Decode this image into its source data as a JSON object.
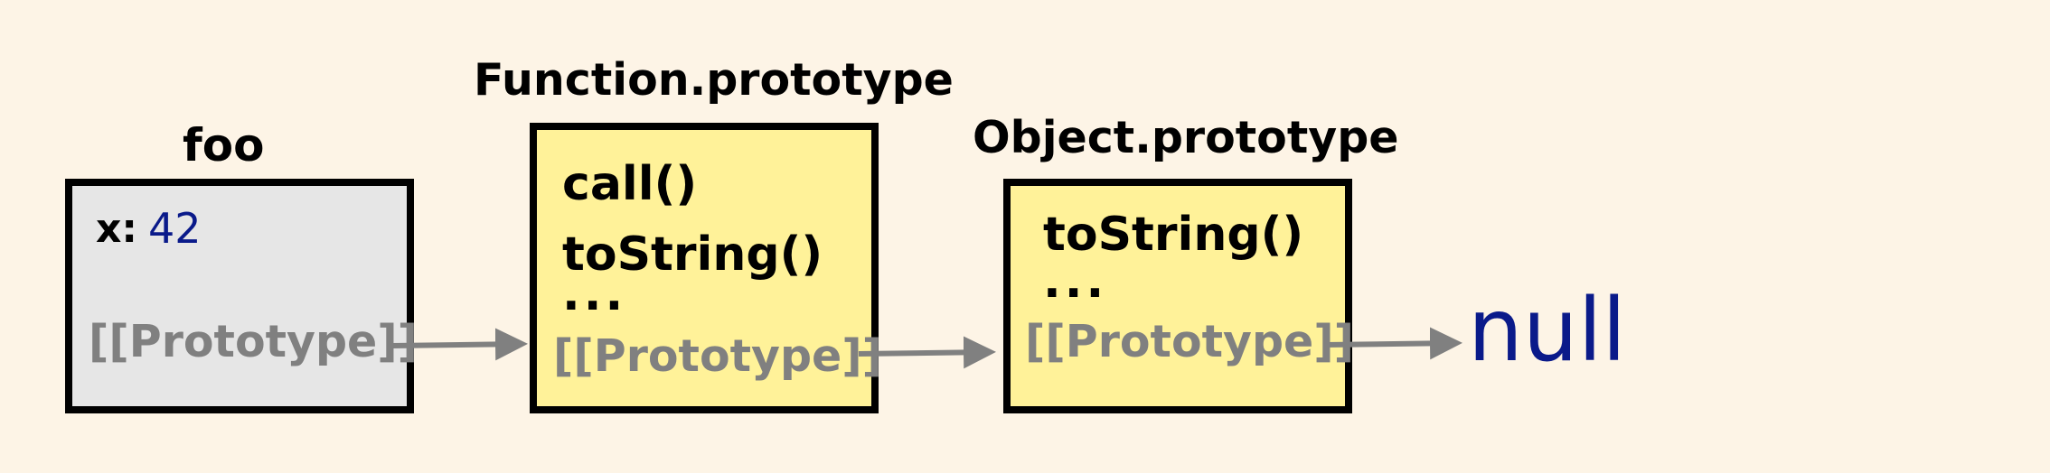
{
  "colors": {
    "background": "#fdf4e6",
    "object_fill": "#e6e6e6",
    "prototype_fill": "#fff299",
    "prototype_link": "#808080",
    "value": "#0a1a8a"
  },
  "foo": {
    "title": "foo",
    "prop_key": "x:",
    "prop_value": "42",
    "proto_label": "[[Prototype]]"
  },
  "function_prototype": {
    "title": "Function.prototype",
    "members": [
      "call()",
      "toString()",
      "..."
    ],
    "proto_label": "[[Prototype]]"
  },
  "object_prototype": {
    "title": "Object.prototype",
    "members": [
      "toString()",
      "..."
    ],
    "proto_label": "[[Prototype]]"
  },
  "terminal": {
    "label": "null"
  }
}
